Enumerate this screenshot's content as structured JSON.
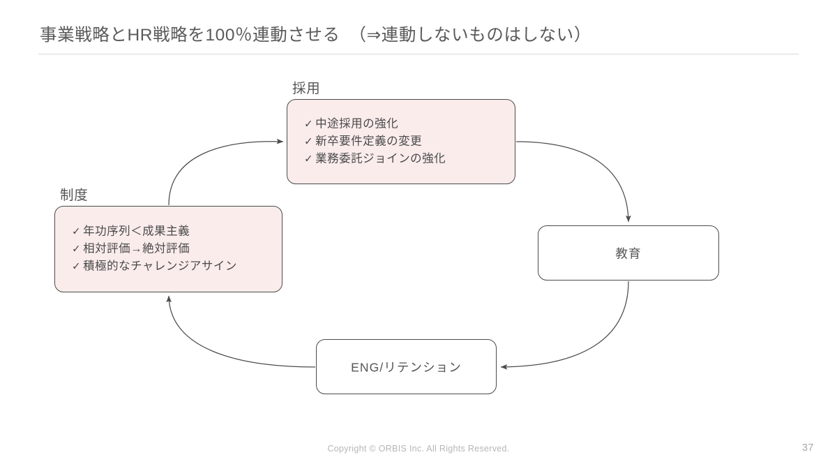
{
  "slide": {
    "title": "事業戦略とHR戦略を100％連動させる　（⇒連動しないものはしない）",
    "page_number": "37",
    "copyright": "Copyright © ORBIS Inc. All Rights Reserved.",
    "background_color": "#ffffff",
    "title_color": "#5a5a5a",
    "divider_color": "#d8d8d8"
  },
  "theme": {
    "node_fill_highlight": "#fbecec",
    "node_fill_plain": "#ffffff",
    "node_border": "#4b4b4b",
    "arrow_color": "#4b4b4b",
    "body_text": "#4a4a4a",
    "caption_text": "#555555",
    "footer_text": "#b6b6b6"
  },
  "diagram": {
    "type": "cycle",
    "nodes": [
      {
        "id": "saiyo",
        "caption": "採用",
        "style": "filled",
        "items": [
          {
            "mark": "✓",
            "text": "中途採用の強化"
          },
          {
            "mark": "✓",
            "text": "新卒要件定義の変更"
          },
          {
            "mark": "✓",
            "text": "業務委託ジョインの強化"
          }
        ]
      },
      {
        "id": "seido",
        "caption": "制度",
        "style": "filled",
        "items": [
          {
            "mark": "✓",
            "text": "年功序列＜成果主義"
          },
          {
            "mark": "✓",
            "text": "相対評価→絶対評価"
          },
          {
            "mark": "✓",
            "text": "積極的なチャレンジアサイン"
          }
        ]
      },
      {
        "id": "kyoiku",
        "label": "教育",
        "style": "plain",
        "items": []
      },
      {
        "id": "eng",
        "label": "ENG/リテンション",
        "style": "plain",
        "items": []
      }
    ],
    "connections": [
      {
        "from": "seido",
        "to": "saiyo",
        "shape": "curve-up-right"
      },
      {
        "from": "saiyo",
        "to": "kyoiku",
        "shape": "curve-down-right"
      },
      {
        "from": "kyoiku",
        "to": "eng",
        "shape": "curve-down-left"
      },
      {
        "from": "eng",
        "to": "seido",
        "shape": "curve-up-left"
      }
    ]
  }
}
